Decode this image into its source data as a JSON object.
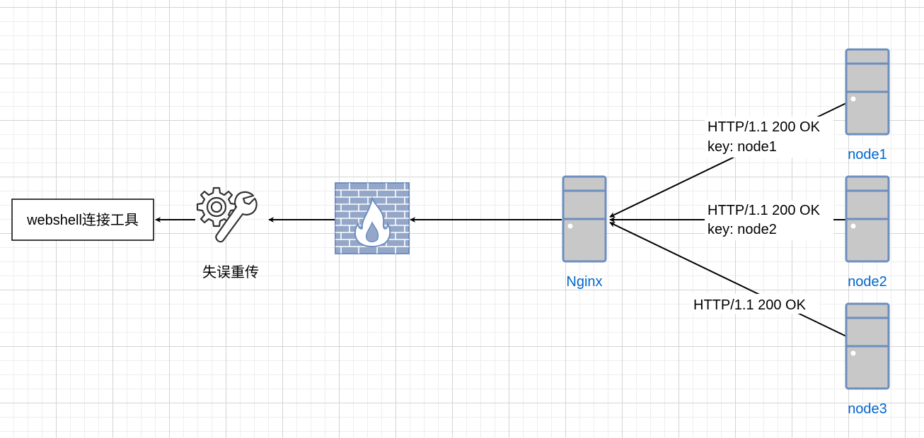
{
  "client": {
    "label": "webshell连接工具"
  },
  "retransmit": {
    "label": "失误重传",
    "icon": "gear-wrench-icon"
  },
  "firewall": {
    "icon": "firewall-icon"
  },
  "nginx": {
    "label": "Nginx",
    "icon": "server-icon"
  },
  "nodes": [
    {
      "label": "node1",
      "icon": "server-icon"
    },
    {
      "label": "node2",
      "icon": "server-icon"
    },
    {
      "label": "node3",
      "icon": "server-icon"
    }
  ],
  "edges": [
    {
      "line1": "HTTP/1.1 200 OK",
      "line2": "key: node1"
    },
    {
      "line1": "HTTP/1.1 200 OK",
      "line2": "key: node2"
    },
    {
      "line1": "HTTP/1.1 200 OK"
    }
  ],
  "colors": {
    "server_fill": "#c8c8c8",
    "server_stroke": "#6c8ebf",
    "firewall_fill": "#95a7c8",
    "label_blue": "#0066cc"
  }
}
